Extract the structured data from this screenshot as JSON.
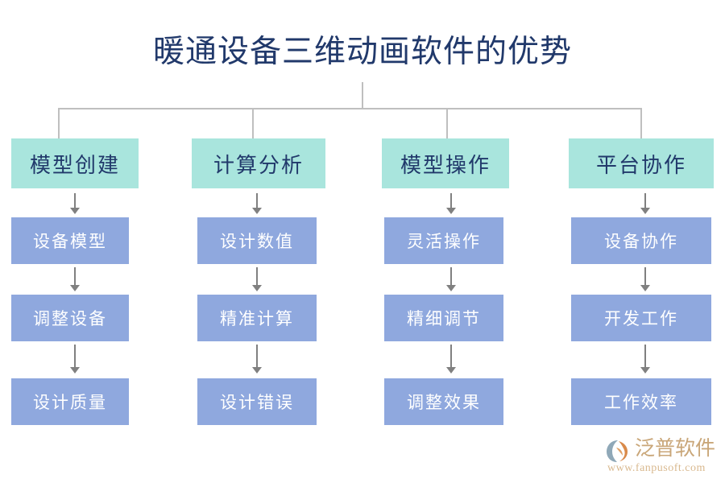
{
  "diagram": {
    "title": "暖通设备三维动画软件的优势",
    "title_color": "#21396b",
    "header_color": "#a9e5dd",
    "item_color": "#8fa8de",
    "connector_color": "#bfbfbf",
    "arrow_color": "#808080",
    "columns": [
      {
        "header": "模型创建",
        "items": [
          "设备模型",
          "调整设备",
          "设计质量"
        ]
      },
      {
        "header": "计算分析",
        "items": [
          "设计数值",
          "精准计算",
          "设计错误"
        ]
      },
      {
        "header": "模型操作",
        "items": [
          "灵活操作",
          "精细调节",
          "调整效果"
        ]
      },
      {
        "header": "平台协作",
        "items": [
          "设备协作",
          "开发工作",
          "工作效率"
        ]
      }
    ]
  },
  "logo": {
    "name": "泛普软件",
    "url": "www.fanpusoft.com",
    "mark_color": "#d99c6a",
    "text_color": "#c9a678"
  }
}
